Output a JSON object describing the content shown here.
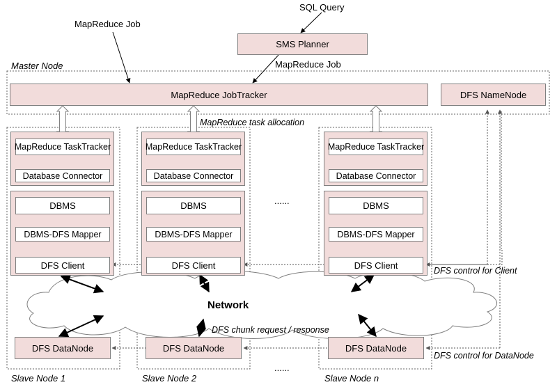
{
  "sql_query": "SQL Query",
  "mapreduce_job_top": "MapReduce Job",
  "mapreduce_job_right": "MapReduce Job",
  "sms_planner": "SMS Planner",
  "master_node": "Master Node",
  "jobtracker": "MapReduce JobTracker",
  "namenode": "DFS NameNode",
  "task_allocation": "MapReduce task allocation",
  "tasktracker": "MapReduce TaskTracker",
  "db_connector": "Database Connector",
  "dbms": "DBMS",
  "mapper": "DBMS-DFS Mapper",
  "dfs_client": "DFS Client",
  "datanode": "DFS DataNode",
  "network": "Network",
  "ellipsis": "......",
  "chunk_request": "DFS chunk request / response",
  "control_client": "DFS control for Client",
  "control_datanode": "DFS control for DataNode",
  "slave_nodes": [
    "Slave Node 1",
    "Slave Node 2",
    "Slave Node n"
  ],
  "colors": {
    "box_fill": "#f2dcdb",
    "box_border": "#7f7f7f",
    "line": "#000000",
    "dashed": "#666666"
  }
}
